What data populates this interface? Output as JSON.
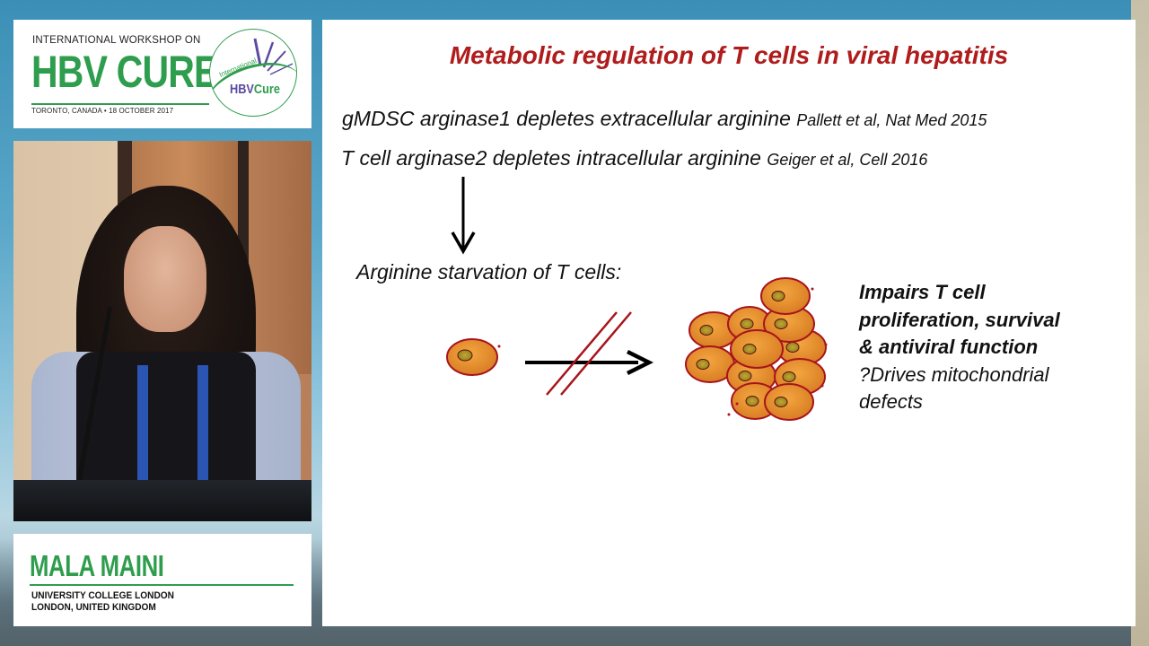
{
  "logo": {
    "top_text": "INTERNATIONAL WORKSHOP ON",
    "main_text": "HBV CURE",
    "bottom_text": "TORONTO, CANADA • 18 OCTOBER 2017",
    "emblem_small": "International",
    "emblem_name_a": "HBV",
    "emblem_name_b": "Cure"
  },
  "speaker": {
    "name": "MALA MAINI",
    "affiliation_1": "UNIVERSITY COLLEGE LONDON",
    "affiliation_2": "LONDON, UNITED KINGDOM"
  },
  "slide": {
    "title": "Metabolic regulation of T cells in viral hepatitis",
    "line1_text": "gMDSC arginase1 depletes extracellular arginine",
    "line1_cite": "Pallett et al, Nat Med 2015",
    "line2_text": "T cell arginase2 depletes intracellular arginine",
    "line2_cite": "Geiger et al, Cell 2016",
    "starvation": "Arginine starvation of T cells:",
    "outcome_bold_1": "Impairs T cell",
    "outcome_bold_2": "proliferation, survival",
    "outcome_bold_3": "& antiviral function",
    "outcome_4": "?Drives mitochondrial",
    "outcome_5": "defects"
  },
  "colors": {
    "brand_green": "#2e9d4d",
    "title_red": "#b01c1c",
    "cell_fill": "#e08a2c",
    "cell_border": "#a8141c"
  }
}
